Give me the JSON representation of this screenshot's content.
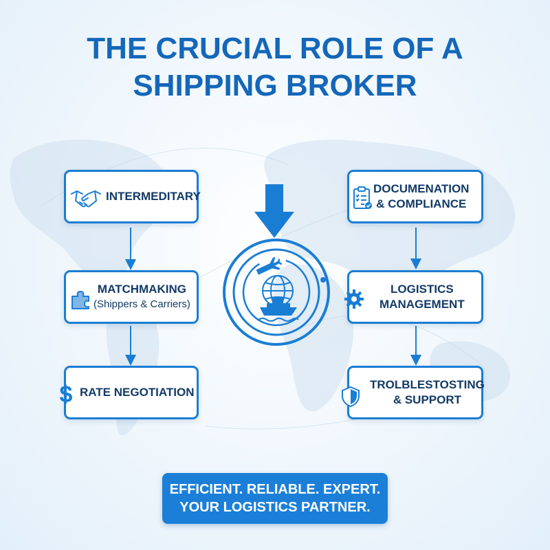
{
  "title": {
    "line1": "THE CRUCIAL ROLE OF A",
    "line2": "SHIPPING BROKER"
  },
  "left_steps": [
    {
      "label": "INTERMEDITARY",
      "icon": "handshake-icon"
    },
    {
      "label": "MATCHMAKING",
      "sublabel": "(Shippers & Carriers)",
      "icon": "puzzle-icon"
    },
    {
      "label": "RATE NEGOTIATION",
      "icon": "dollar-icon"
    }
  ],
  "right_steps": [
    {
      "label_line1": "DOCUMENATION",
      "label_line2": "& COMPLIANCE",
      "icon": "clipboard-check-icon"
    },
    {
      "label_line1": "LOGISTICS",
      "label_line2": "MANAGEMENT",
      "icon": "gear-icon"
    },
    {
      "label_line1": "TROLBLESTOSTING",
      "label_line2": "& SUPPORT",
      "icon": "shield-icon"
    }
  ],
  "hub": {
    "icons": [
      "airplane-icon",
      "globe-icon",
      "ship-icon"
    ]
  },
  "tagline": {
    "line1": "EFFICIENT. RELIABLE. EXPERT.",
    "line2": "YOUR LOGISTICS PARTNER."
  },
  "colors": {
    "title": "#1467b9",
    "accent": "#1a7dd4",
    "text": "#123a66",
    "tagline_bg": "#1b7fd8",
    "background": "#eaf3fb"
  }
}
